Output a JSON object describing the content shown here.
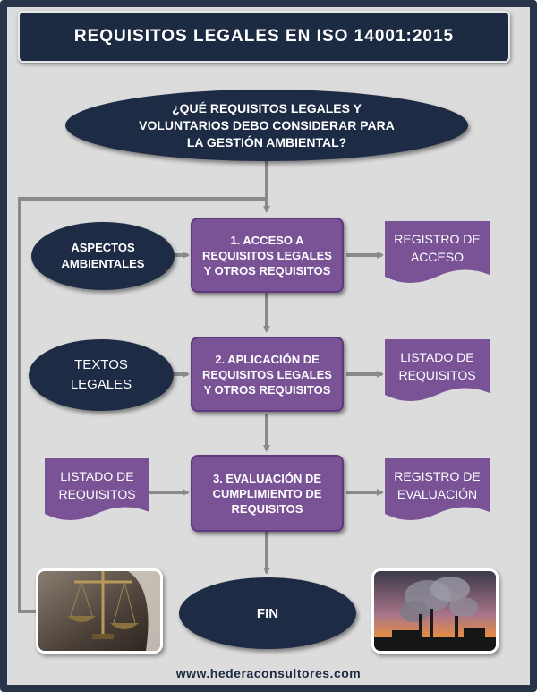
{
  "title": "REQUISITOS LEGALES EN ISO 14001:2015",
  "question": "¿QUÉ REQUISITOS LEGALES Y\nVOLUNTARIOS DEBO CONSIDERAR PARA\nLA GESTIÓN AMBIENTAL?",
  "inputs": {
    "aspectos": "ASPECTOS\nAMBIENTALES",
    "textos": "TEXTOS\nLEGALES",
    "listado": "LISTADO DE\nREQUISITOS"
  },
  "steps": {
    "step1": "1. ACCESO A\nREQUISITOS LEGALES\nY OTROS REQUISITOS",
    "step2": "2. APLICACIÓN DE\nREQUISITOS LEGALES\nY OTROS REQUISITOS",
    "step3": "3. EVALUACIÓN DE\nCUMPLIMIENTO DE\nREQUISITOS"
  },
  "outputs": {
    "registro_acceso": "REGISTRO DE\nACCESO",
    "listado_requisitos": "LISTADO DE\nREQUISITOS",
    "registro_evaluacion": "REGISTRO DE\nEVALUACIÓN"
  },
  "end": "FIN",
  "footer": "www.hederaconsultores.com",
  "images": {
    "left": "scales-of-justice-photo",
    "right": "industrial-smokestacks-photo"
  },
  "colors": {
    "frame": "#27344a",
    "background": "#dcdcdc",
    "navy": "#1e2b45",
    "purple": "#7a5397",
    "arrow": "#8a8a8a"
  }
}
